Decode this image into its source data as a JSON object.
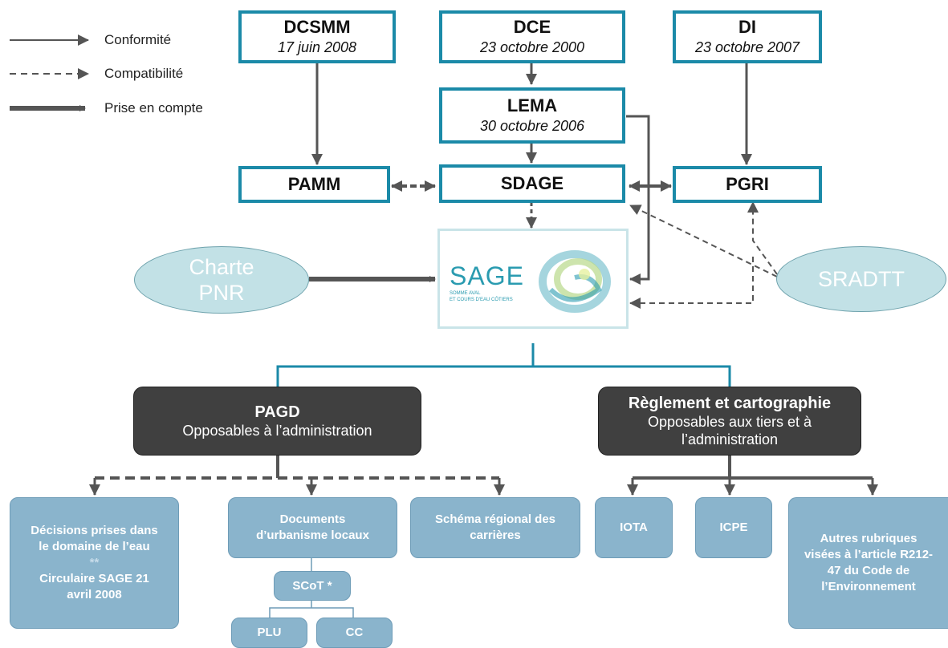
{
  "legend": {
    "conformite": "Conformité",
    "compatibilite": "Compatibilité",
    "prise_en_compte": "Prise en compte"
  },
  "nodes": {
    "dcsmm": {
      "title": "DCSMM",
      "date": "17 juin 2008"
    },
    "dce": {
      "title": "DCE",
      "date": "23 octobre 2000"
    },
    "di": {
      "title": "DI",
      "date": "23 octobre 2007"
    },
    "lema": {
      "title": "LEMA",
      "date": "30 octobre 2006"
    },
    "pamm": {
      "title": "PAMM"
    },
    "sdage": {
      "title": "SDAGE"
    },
    "pgri": {
      "title": "PGRI"
    },
    "charte_pnr": {
      "line1": "Charte",
      "line2": "PNR"
    },
    "sradtt": {
      "title": "SRADTT"
    },
    "sage_logo": {
      "word": "SAGE",
      "sub1": "SOMME AVAL",
      "sub2": "ET COURS D'EAU CÔTIERS"
    },
    "pagd": {
      "title": "PAGD",
      "subtitle": "Opposables à l’administration"
    },
    "reglement": {
      "title": "Règlement et cartographie",
      "subtitle1": "Opposables aux tiers et à",
      "subtitle2": "l’administration"
    },
    "decisions": {
      "line1": "Décisions prises dans",
      "line2": "le domaine de l’eau",
      "line3": "**",
      "line4": "Circulaire SAGE 21",
      "line5": "avril 2008"
    },
    "documents": {
      "line1": "Documents",
      "line2": "d’urbanisme locaux"
    },
    "schema": {
      "line1": "Schéma régional des",
      "line2": "carrières"
    },
    "scot": {
      "label": "SCoT *"
    },
    "plu": {
      "label": "PLU"
    },
    "cc": {
      "label": "CC"
    },
    "iota": {
      "label": "IOTA"
    },
    "icpe": {
      "label": "ICPE"
    },
    "autres": {
      "line1": "Autres rubriques",
      "line2": "visées à l’article R212-",
      "line3": "47 du Code de",
      "line4": "l’Environnement"
    }
  },
  "colors": {
    "box_border": "#1b8aa8",
    "arrow": "#555555",
    "oval_fill": "#c2e1e6",
    "dark_box": "#404040",
    "blue_box": "#8ab4cc"
  }
}
